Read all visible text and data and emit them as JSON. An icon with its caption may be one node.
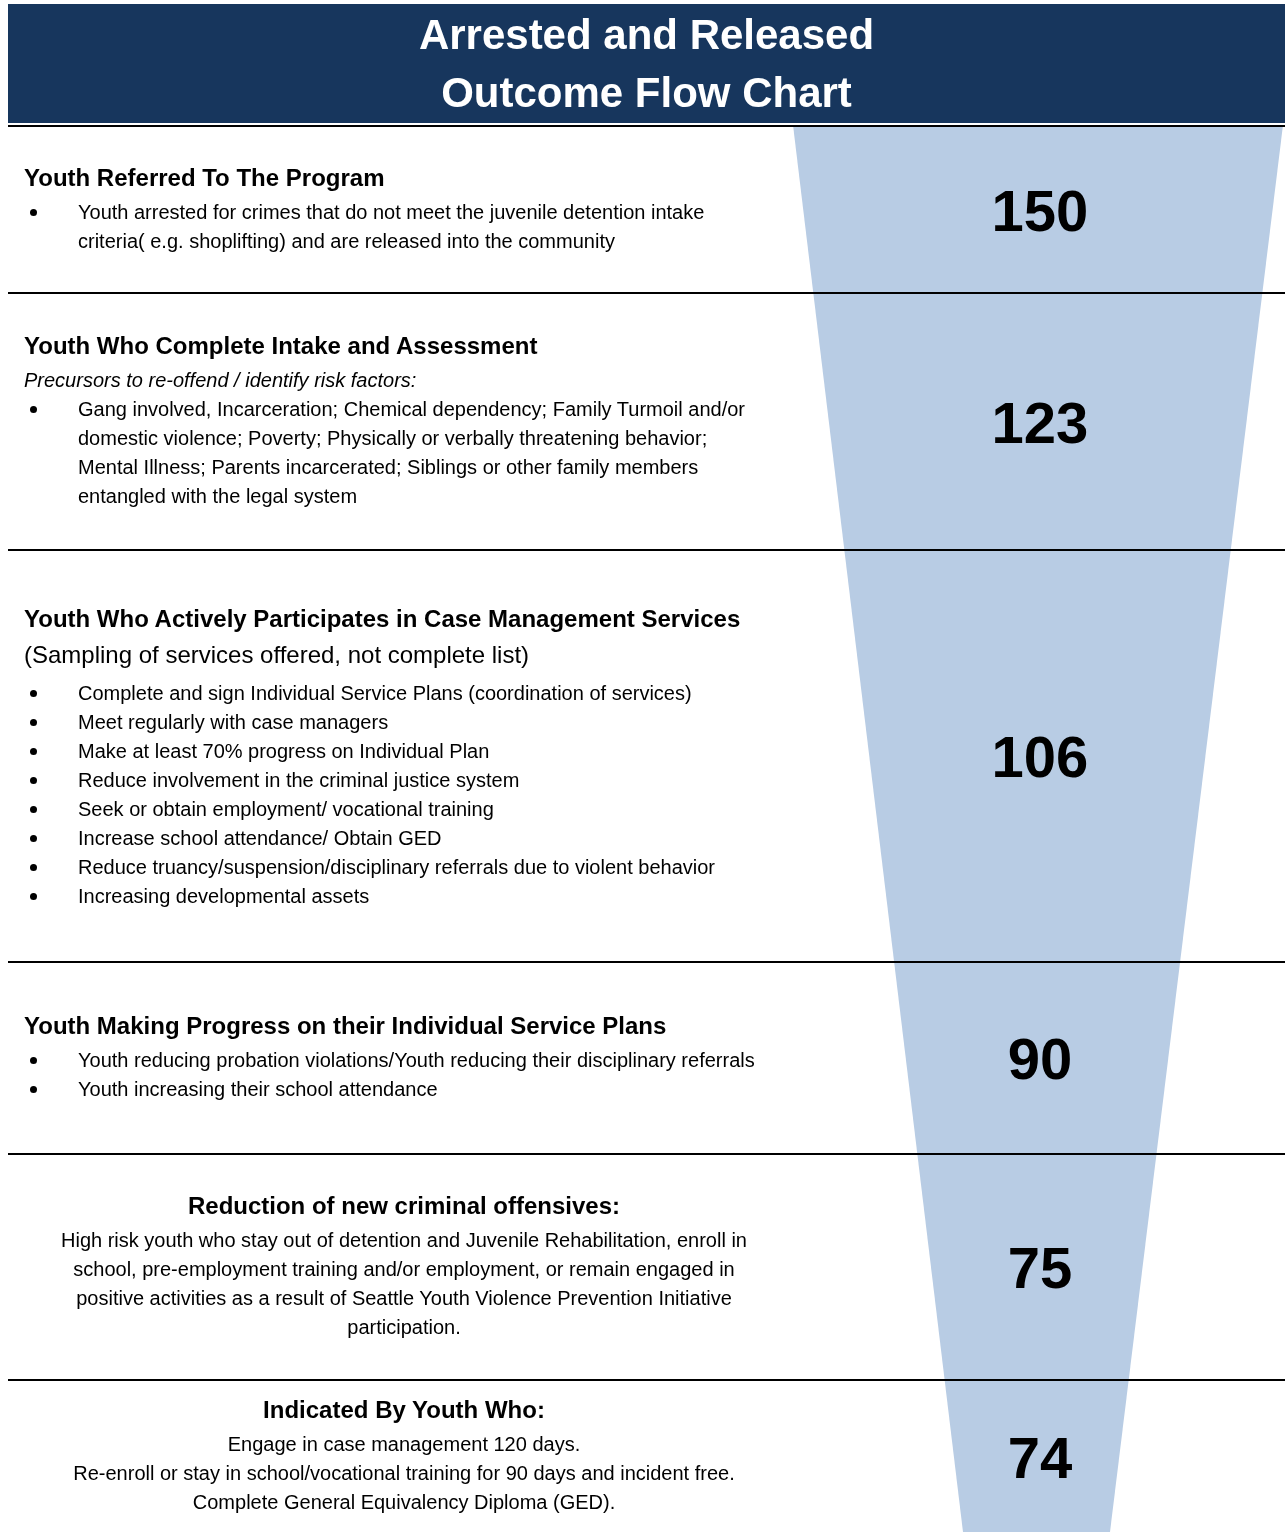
{
  "diagram": {
    "title": "Arrested and Released Outcome Flow Chart",
    "nodes": [
      {
        "text": [
          "Youth Referred To The Program",
          "Youth arrested for crimes that do not meet the juvenile detention intake criteria( e.g. shoplifting) and are released into the community",
          "150"
        ]
      },
      {
        "text": [
          "Youth Who Complete Intake and Assessment",
          "Precursors to re-offend / identify risk factors:",
          "Gang involved, Incarceration; Chemical dependency; Family Turmoil and/or domestic violence; Poverty; Physically or verbally threatening behavior; Mental Illness; Parents incarcerated; Siblings or other family members entangled with the legal system",
          "123"
        ]
      },
      {
        "text": [
          "**Youth Who Actively Participates in Case Management Services** (Sampling of services offered, not complete list)",
          "Complete and sign Individual Service Plans (coordination of services)",
          "Meet regularly with case managers",
          "Make at least 70% progress on Individual Plan",
          "Reduce involvement in the criminal justice system",
          "Seek or obtain employment/ vocational training",
          "Increase school attendance/ Obtain GED",
          "Reduce truancy/suspension/disciplinary referrals due to violent behavior",
          "Increasing developmental assets",
          "106"
        ]
      },
      {
        "text": [
          "Youth Making Progress on their Individual Service Plans",
          "Youth reducing probation violations/Youth reducing their disciplinary referrals",
          "Youth increasing their school attendance",
          "90"
        ]
      },
      {
        "text": [
          "Reduction of new criminal offensives:",
          "High risk youth who stay out of detention and Juvenile Rehabilitation, enroll in school, pre-employment training and/or employment, or remain engaged in positive activities as a result of Seattle Youth Violence Prevention Initiative participation.",
          "75"
        ]
      },
      {
        "text": [
          "Indicated By Youth Who:",
          "Engage in case management 120 days.",
          "Re-enroll or stay in school/vocational training for 90 days and incident free.",
          "Complete General Equivalency Diploma (GED).",
          "74"
        ]
      }
    ]
  }
}
